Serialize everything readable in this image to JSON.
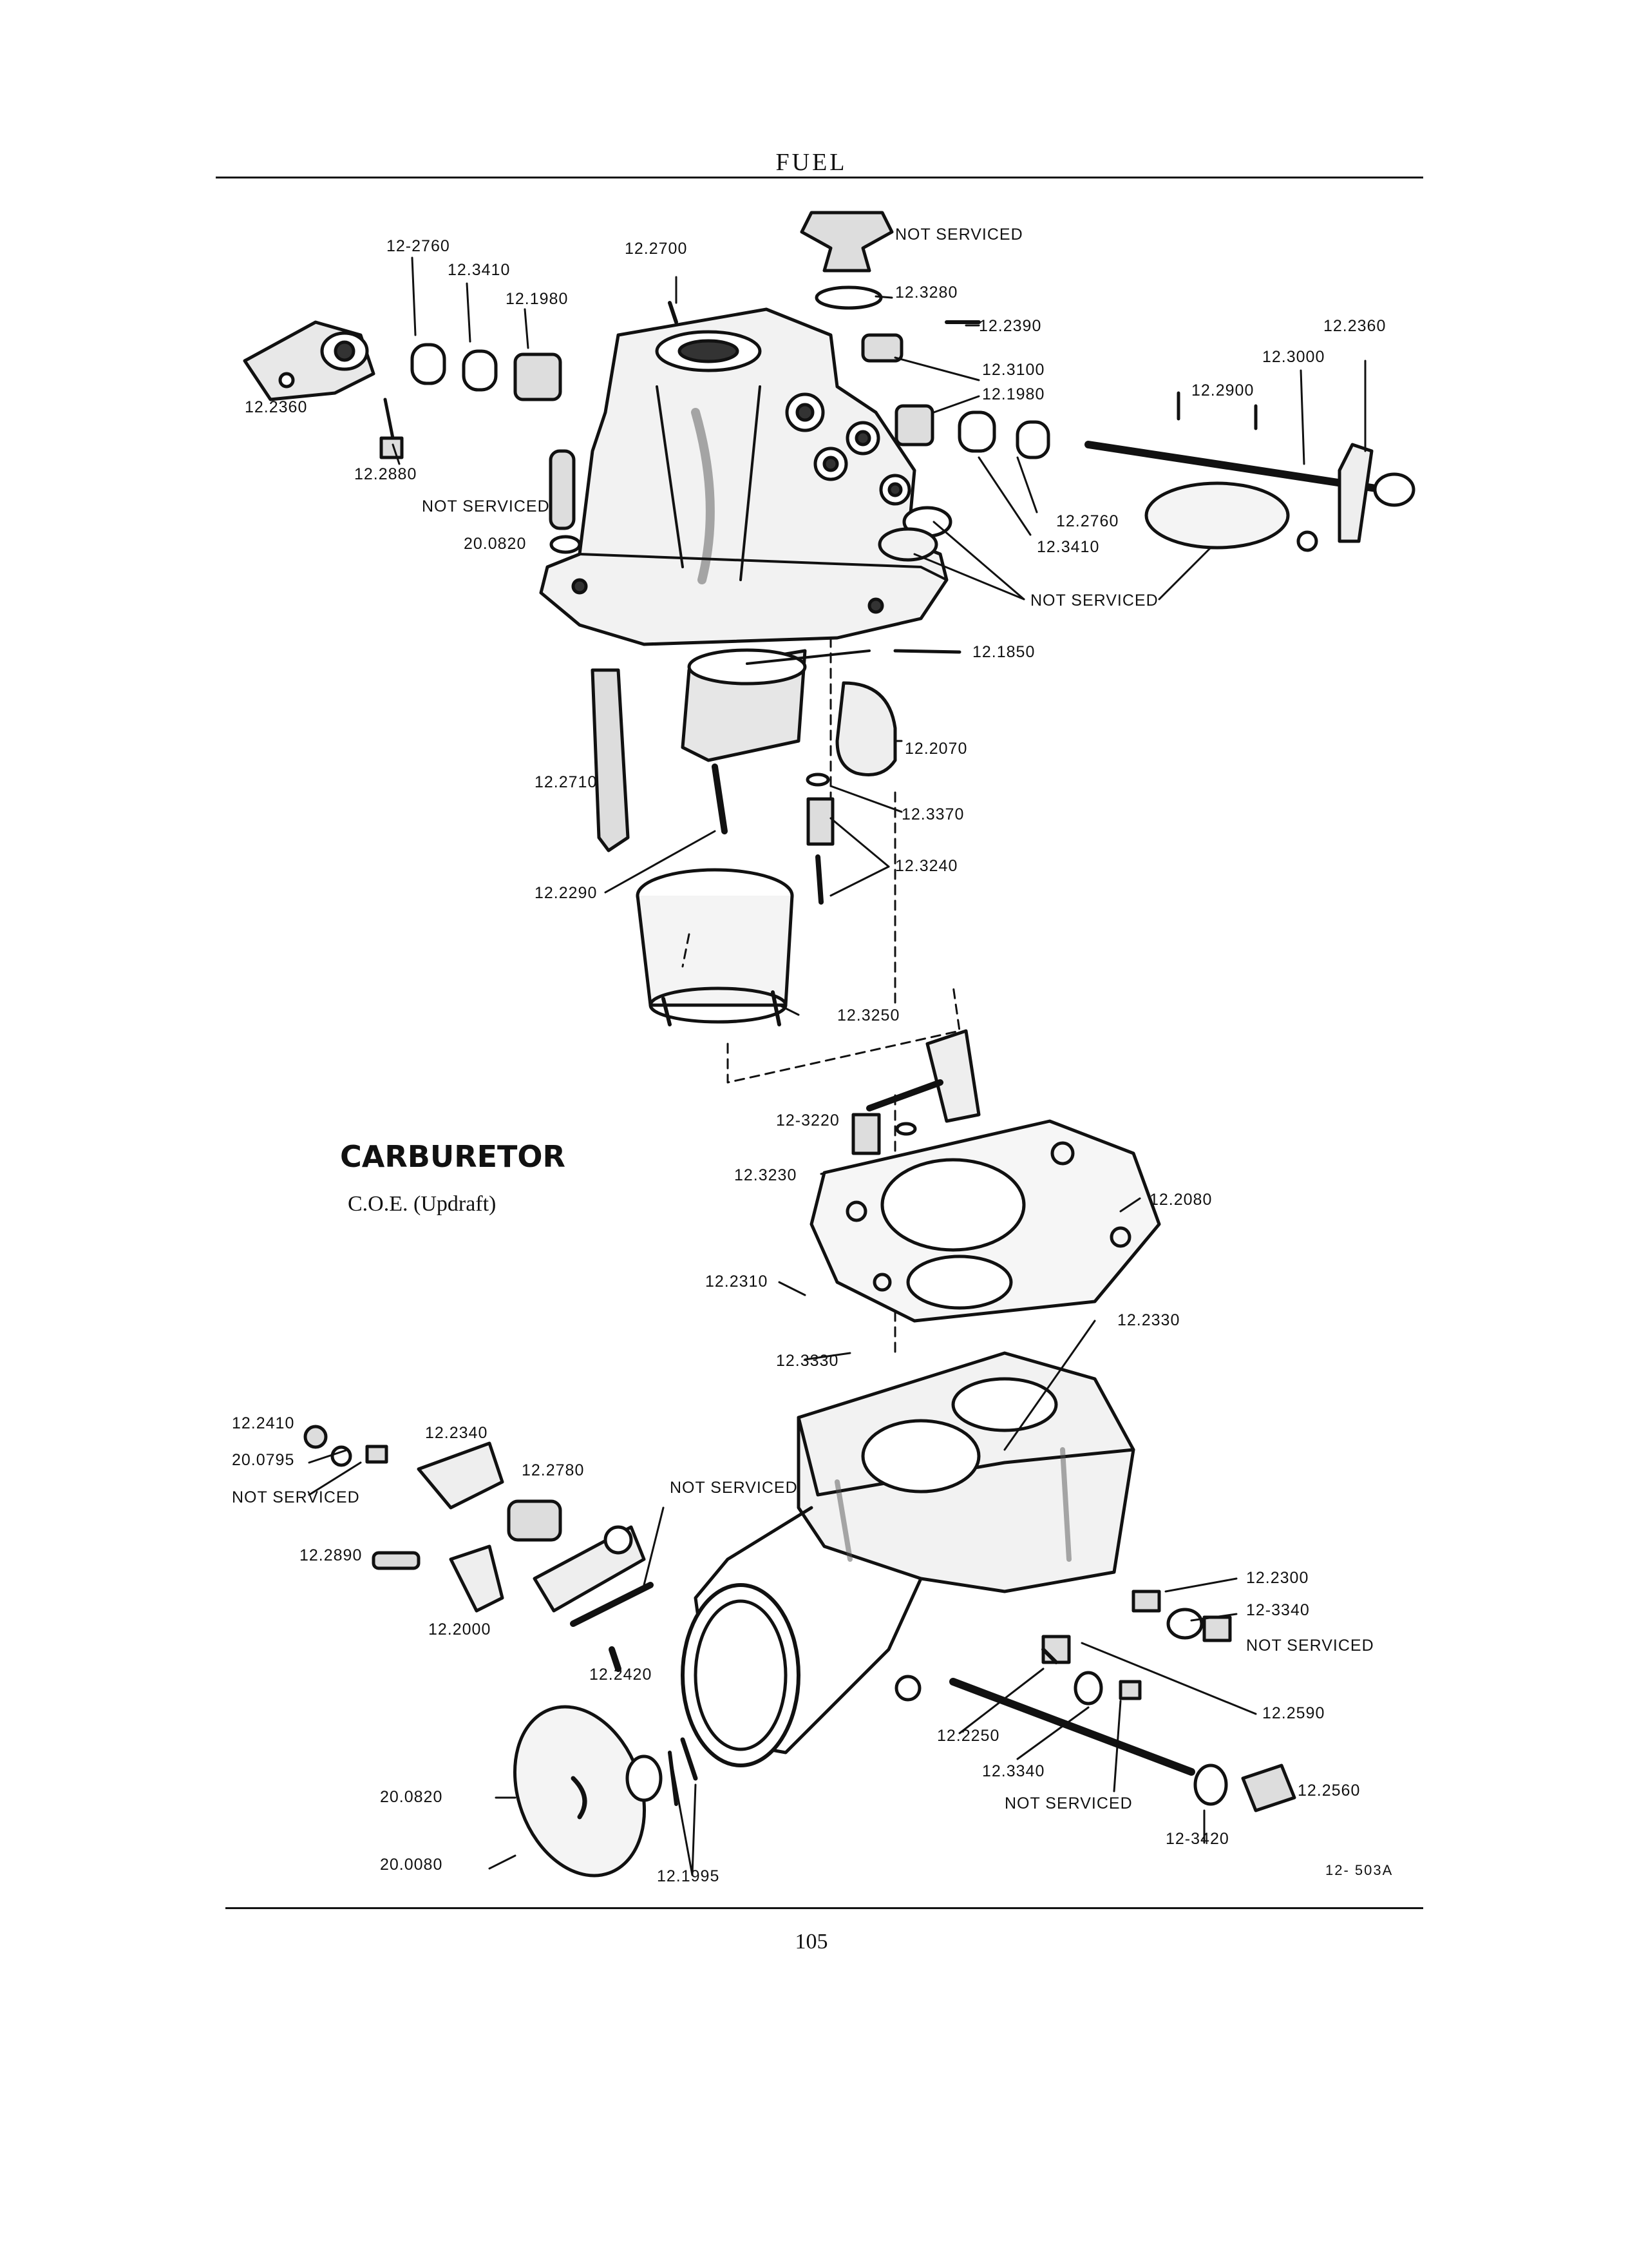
{
  "header": {
    "section": "FUEL"
  },
  "figure": {
    "title": "CARBURETOR",
    "subtitle": "C.O.E. (Updraft)",
    "code": "12- 503A"
  },
  "page_number": "105",
  "callouts": [
    "12-2760",
    "12.3410",
    "12.1980",
    "12.2700",
    "NOT SERVICED",
    "12.3280",
    "12.2390",
    "12.3100",
    "12.1980",
    "12.2360",
    "12.3000",
    "12.2900",
    "12.2360",
    "12.2880",
    "NOT SERVICED",
    "20.0820",
    "12.2760",
    "12.3410",
    "NOT SERVICED",
    "12.1850",
    "12.2070",
    "12.2710",
    "12.3370",
    "12.3240",
    "12.2290",
    "12.3250",
    "12-3220",
    "12.3230",
    "12.2080",
    "12.2310",
    "12.2330",
    "12.3330",
    "12.2410",
    "20.0795",
    "NOT SERVICED",
    "12.2340",
    "12.2780",
    "NOT SERVICED",
    "12.2890",
    "12.2000",
    "12.2420",
    "12.2300",
    "12-3340",
    "NOT SERVICED",
    "12.2590",
    "12.2250",
    "12.3340",
    "NOT SERVICED",
    "12.2560",
    "12-3420",
    "20.0820",
    "20.0080",
    "12.1995"
  ]
}
